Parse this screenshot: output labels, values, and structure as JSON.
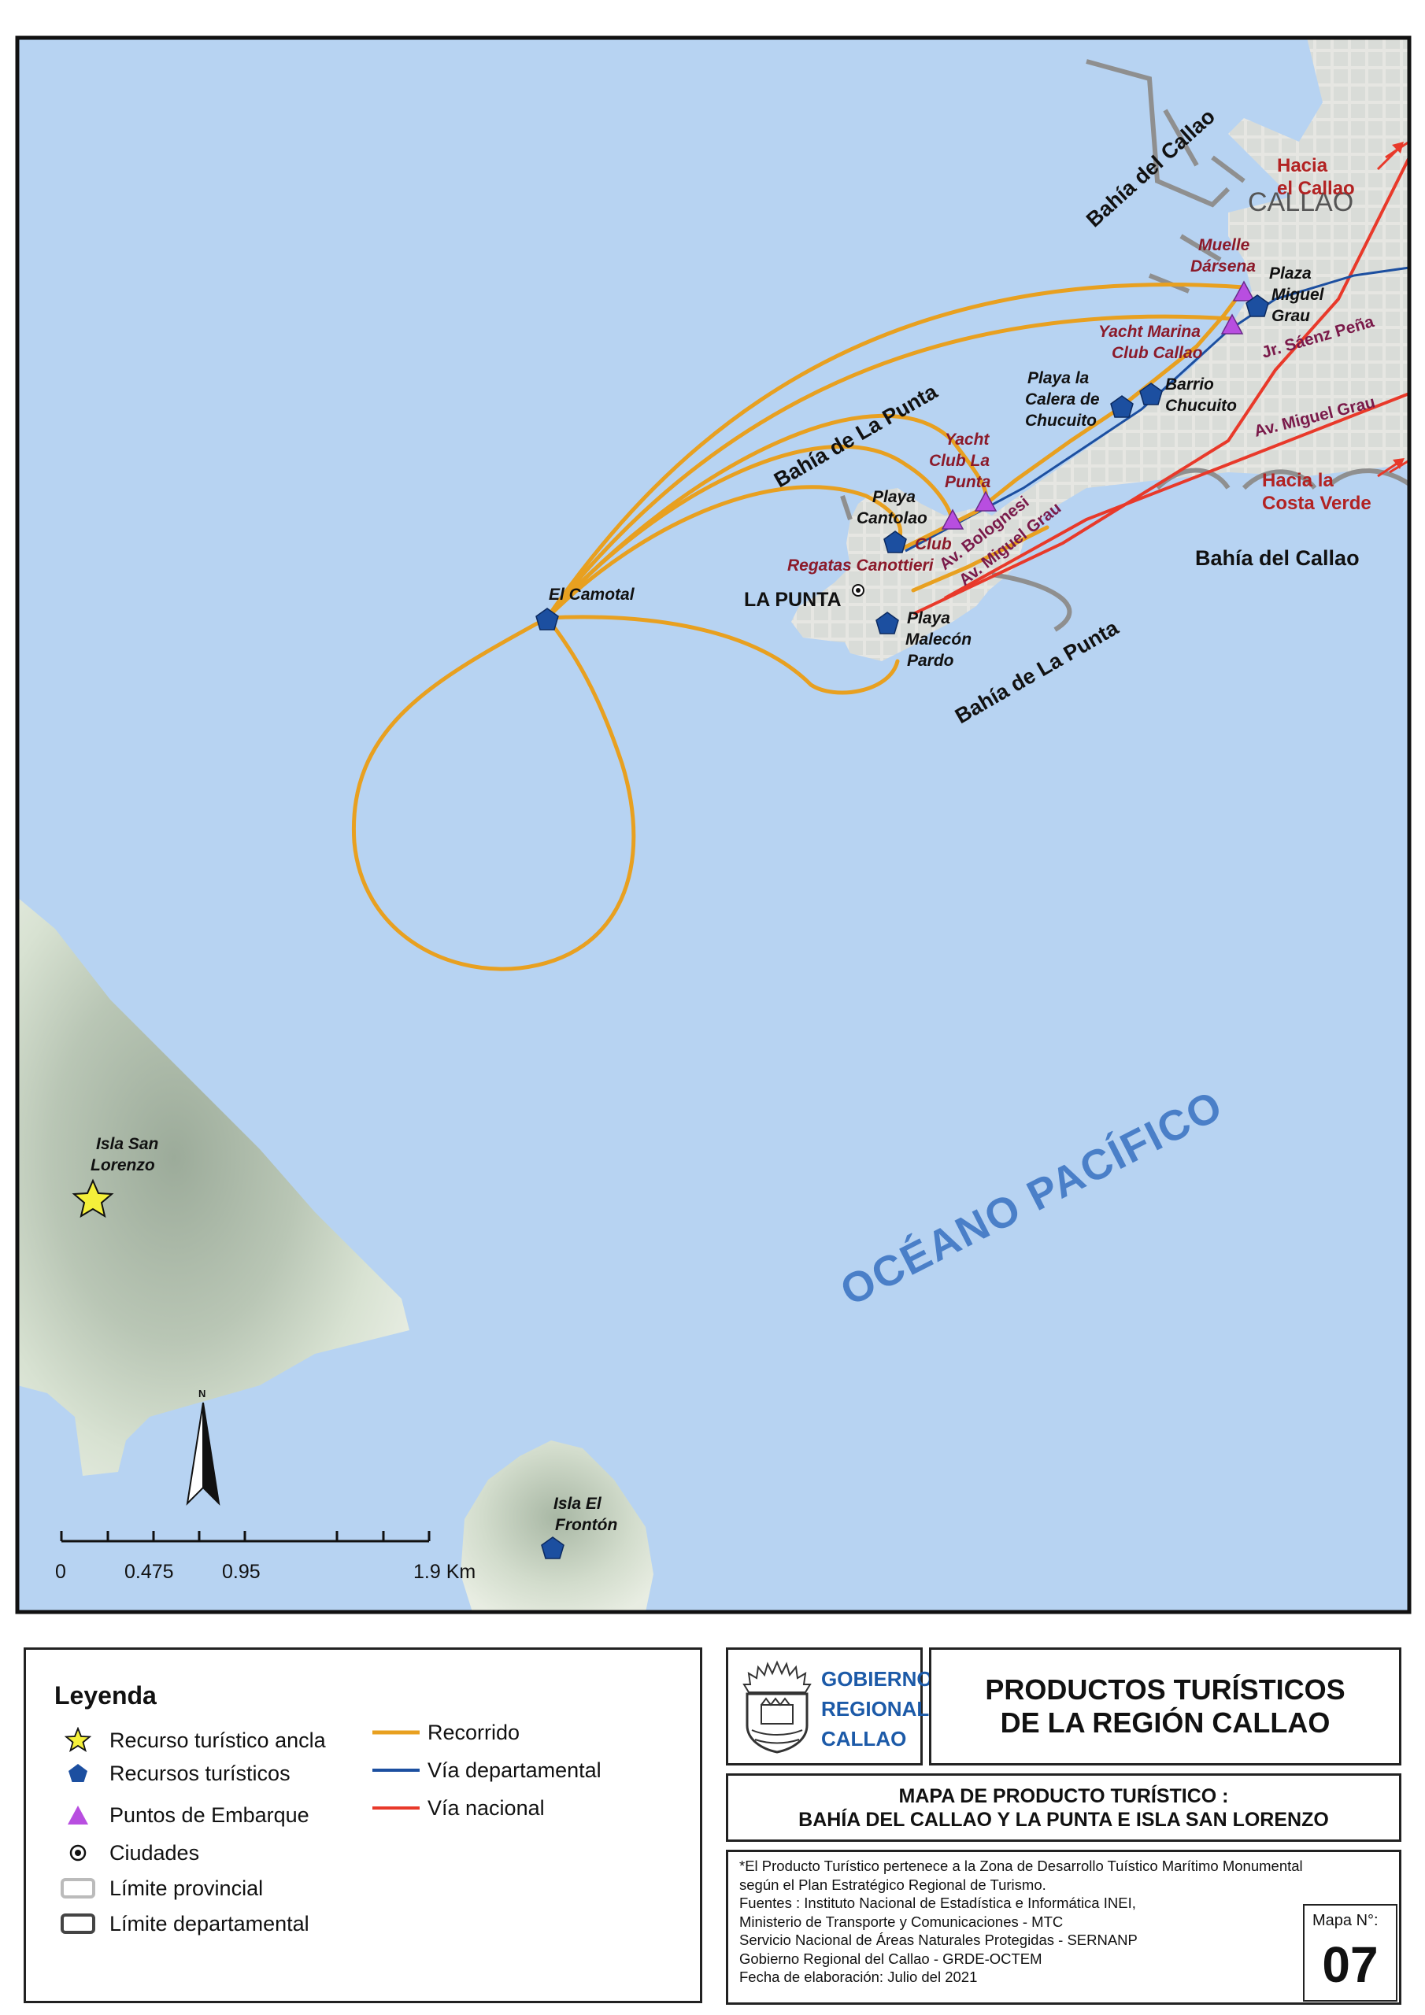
{
  "map": {
    "water_labels": {
      "bahia_callao_top": "Bahía del Callao",
      "bahia_callao_right": "Bahía del Callao",
      "bahia_punta_top": "Bahía de La Punta",
      "bahia_punta_bottom": "Bahía de La Punta",
      "oceano": "OCÉANO PACÍFICO"
    },
    "cities": {
      "callao": "CALLAO",
      "la_punta": "LA PUNTA"
    },
    "directions": {
      "to_callao_1": "Hacia",
      "to_callao_2": "el Callao",
      "to_costa_1": "Hacia la",
      "to_costa_2": "Costa Verde"
    },
    "streets": {
      "saenz_pena": "Jr. Sáenz Peña",
      "miguel_grau_east": "Av. Miguel Grau",
      "bolognesi": "Av. Bolognesi",
      "miguel_grau_punta": "Av. Miguel Grau"
    },
    "embark_points": {
      "muelle_1": "Muelle",
      "muelle_2": "Dársena",
      "yacht_marina_1": "Yacht Marina",
      "yacht_marina_2": "Club Callao",
      "yacht_punta_1": "Yacht",
      "yacht_punta_2": "Club La",
      "yacht_punta_3": "Punta",
      "regatas_1": "Club",
      "regatas_2": "Regatas Canottieri"
    },
    "resources": {
      "plaza_1": "Plaza",
      "plaza_2": "Miguel",
      "plaza_3": "Grau",
      "barrio_1": "Barrio",
      "barrio_2": "Chucuito",
      "calera_1": "Playa la",
      "calera_2": "Calera de",
      "calera_3": "Chucuito",
      "cantolao_1": "Playa",
      "cantolao_2": "Cantolao",
      "malecon_1": "Playa",
      "malecon_2": "Malecón",
      "malecon_3": "Pardo",
      "camotal": "El Camotal",
      "fronton_1": "Isla El",
      "fronton_2": "Frontón"
    },
    "anchor": {
      "san_lorenzo_1": "Isla San",
      "san_lorenzo_2": "Lorenzo"
    },
    "north": "N",
    "scale": {
      "ticks": [
        "0",
        "0.475",
        "0.95",
        "1.9 Km"
      ]
    },
    "colors": {
      "water": "#b7d3f2",
      "route": "#e8a020",
      "national_road": "#e8392a",
      "departmental_road": "#1c4fa0",
      "resource_symbol": "#1c4fa0",
      "embark_symbol": "#b84ee0",
      "anchor_symbol": "#f5f03a"
    }
  },
  "legend": {
    "title": "Leyenda",
    "items": [
      {
        "icon": "star-icon",
        "label": "Recurso turístico ancla"
      },
      {
        "icon": "pentagon-icon",
        "label": "Recursos turísticos"
      },
      {
        "icon": "triangle-icon",
        "label": "Puntos de Embarque"
      },
      {
        "icon": "city-dot-icon",
        "label": "Ciudades"
      },
      {
        "icon": "provincial-limit-icon",
        "label": "Límite provincial"
      },
      {
        "icon": "departmental-limit-icon",
        "label": "Límite departamental"
      },
      {
        "icon": "route-line-icon",
        "label": "Recorrido"
      },
      {
        "icon": "departmental-road-icon",
        "label": "Vía departamental"
      },
      {
        "icon": "national-road-icon",
        "label": "Vía nacional"
      }
    ]
  },
  "header": {
    "logo_text": [
      "GOBIERNO",
      "REGIONAL",
      "CALLAO"
    ],
    "title_1": "PRODUCTOS TURÍSTICOS",
    "title_2": "DE LA REGIÓN CALLAO",
    "subtitle_1": "MAPA DE PRODUCTO TURÍSTICO :",
    "subtitle_2": "BAHÍA DEL CALLAO Y LA PUNTA E ISLA SAN LORENZO"
  },
  "notes": [
    "*El Producto Turístico pertenece a la Zona de Desarrollo Tuístico Marítimo Monumental",
    "según el Plan Estratégico Regional de Turismo.",
    "Fuentes : Instituto Nacional de Estadística e Informática INEI,",
    "Ministerio de Transporte y Comunicaciones - MTC",
    "Servicio Nacional de Áreas Naturales Protegidas - SERNANP",
    "Gobierno Regional del Callao - GRDE-OCTEM",
    "Fecha de elaboración: Julio del 2021"
  ],
  "map_number": {
    "label": "Mapa N°:",
    "value": "07"
  }
}
